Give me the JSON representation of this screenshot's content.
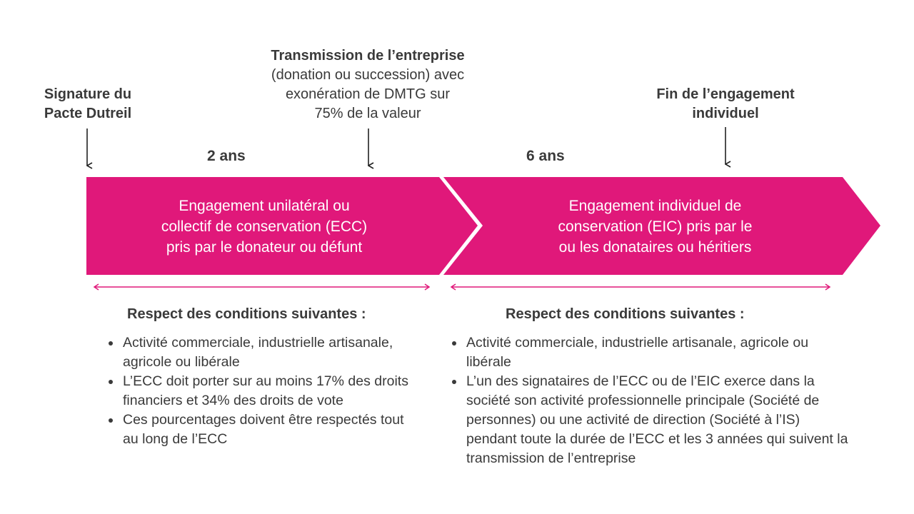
{
  "colors": {
    "accent": "#e0187a",
    "text": "#3a3a3a"
  },
  "milestones": {
    "start": {
      "lines": [
        "Signature du",
        "Pacte Dutreil"
      ]
    },
    "transmission": {
      "title": "Transmission de l’entreprise",
      "lines": [
        "(donation ou succession) avec",
        "exonération de DMTG sur",
        "75% de la valeur"
      ]
    },
    "end": {
      "lines": [
        "Fin de l’engagement",
        "individuel"
      ]
    }
  },
  "durations": {
    "first": "2 ans",
    "second": "6 ans"
  },
  "phases": [
    {
      "lines": [
        "Engagement unilatéral ou",
        "collectif de conservation (ECC)",
        "pris par le donateur ou défunt"
      ]
    },
    {
      "lines": [
        "Engagement individuel de",
        "conservation (EIC) pris par le",
        "ou les donataires ou héritiers"
      ]
    }
  ],
  "conditions": [
    {
      "title": "Respect des conditions suivantes :",
      "items": [
        "Activité commerciale, industrielle artisanale, agricole ou libérale",
        "L’ECC doit porter sur au moins 17% des droits financiers et 34% des droits de vote",
        "Ces pourcentages doivent être respectés tout au long de l’ECC"
      ]
    },
    {
      "title": "Respect des conditions suivantes :",
      "items": [
        "Activité commerciale, industrielle artisanale, agricole ou libérale",
        "L’un des signataires de l’ECC ou de l’EIC exerce dans la société son activité professionnelle principale (Société de personnes) ou une activité de direction (Société à l’IS) pendant toute la durée de l’ECC et les 3 années qui suivent la transmission de l’entreprise"
      ]
    }
  ]
}
